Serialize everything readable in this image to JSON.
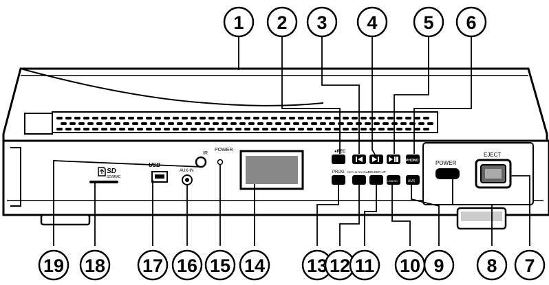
{
  "callouts": {
    "top": [
      "1",
      "2",
      "3",
      "4",
      "5",
      "6"
    ],
    "bottom": [
      "19",
      "18",
      "17",
      "16",
      "15",
      "14",
      "13",
      "12",
      "11",
      "10",
      "9",
      "8",
      "7"
    ]
  },
  "panel_labels": {
    "rec": "●REC",
    "ir": "IR",
    "power_led": "POWER",
    "aux_in": "AUX-IN",
    "sd_logo": "SD",
    "sd_sub": "SD/MMC",
    "usb": "USB",
    "prog": "PROG",
    "rep_intro": "REP/ INTRO/RAN",
    "folder_up": "FOLDER UP",
    "usb_sd": "USB/SD",
    "aux": "AUX",
    "phono": "PHONO",
    "power_button": "POWER",
    "eject": "EJECT"
  },
  "icons": {
    "prev": "skip-back-icon",
    "next": "skip-forward-icon",
    "play_stop": "play-stop-icon",
    "sd_card": "sd-card-icon",
    "usb_port": "usb-port-icon"
  }
}
